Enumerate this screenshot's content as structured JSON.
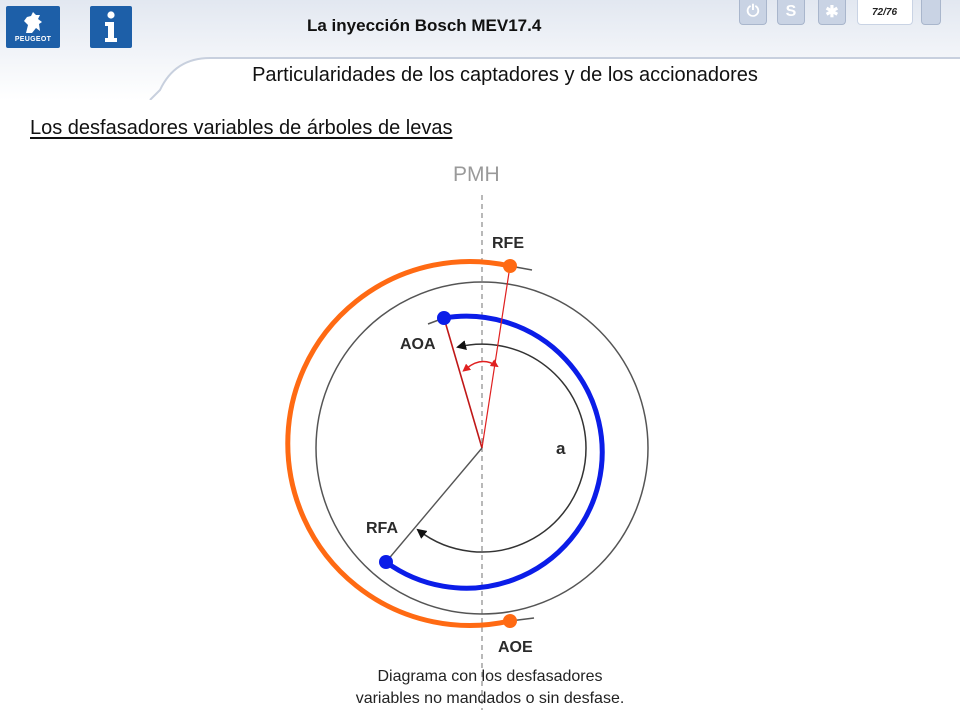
{
  "header": {
    "title": "La inyección Bosch MEV17.4",
    "brand_logo_text": "PEUGEOT",
    "info_icon_glyph": "i",
    "page_counter": "72/76",
    "nav_buttons": [
      {
        "name": "power-icon",
        "glyph": "⏻"
      },
      {
        "name": "s-icon",
        "glyph": "S"
      },
      {
        "name": "asterisk-icon",
        "glyph": "✱"
      },
      {
        "name": "next-icon",
        "glyph": ""
      }
    ]
  },
  "slide": {
    "subtitle": "Particularidades de los captadores y de los accionadores",
    "section_title": "Los desfasadores variables de árboles de levas"
  },
  "diagram": {
    "top_label": "PMH",
    "labels": {
      "rfe": "RFE",
      "aoa": "AOA",
      "rfa": "RFA",
      "aoe": "AOE",
      "center": "a"
    },
    "colors": {
      "intake": "#ff6a13",
      "exhaust": "#0b1de8",
      "phaser": "#e02020",
      "circle": "#555555"
    }
  },
  "caption": {
    "line1": "Diagrama con los desfasadores",
    "line2": "variables no mandados o sin desfase."
  }
}
